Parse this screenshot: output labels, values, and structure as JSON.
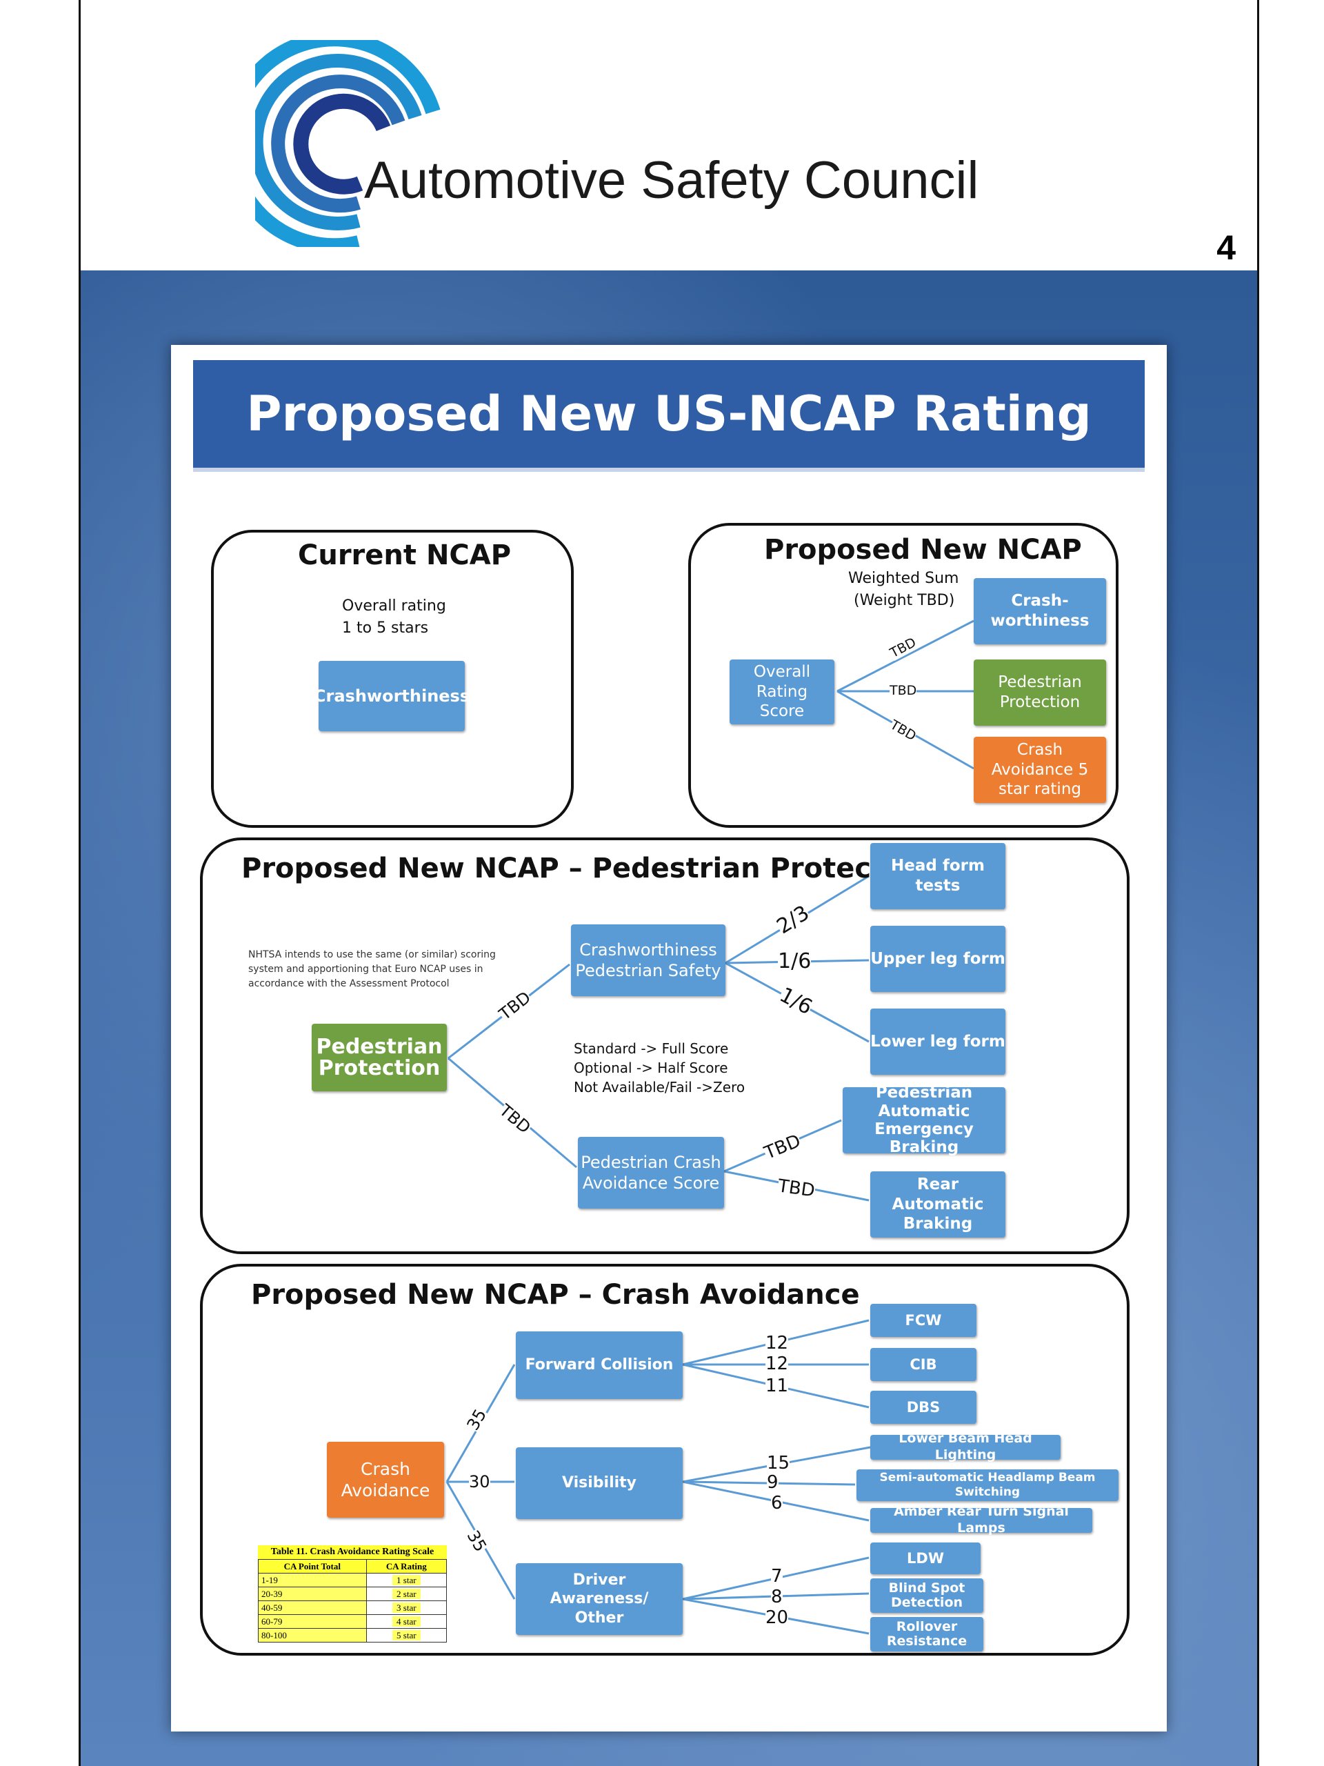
{
  "header": {
    "org_name": "Automotive Safety Council",
    "page_number": "4",
    "logo_icon": "concentric-arc-c-logo-icon",
    "logo_colors": [
      "#1b9cd8",
      "#2d6fb6",
      "#1f3a8a"
    ]
  },
  "title": "Proposed New US-NCAP Rating",
  "current_ncap": {
    "title": "Current NCAP",
    "desc_line1": "Overall rating",
    "desc_line2": "1 to 5 stars",
    "box": "Crashworthiness"
  },
  "proposed_ncap": {
    "title": "Proposed New NCAP",
    "weight_line1": "Weighted Sum",
    "weight_line2": "(Weight TBD)",
    "root": "Overall Rating Score",
    "children": [
      {
        "label": "Crash-worthiness",
        "weight": "TBD"
      },
      {
        "label": "Pedestrian Protection",
        "weight": "TBD"
      },
      {
        "label": "Crash Avoidance 5 star rating",
        "weight": "TBD"
      }
    ]
  },
  "pedestrian": {
    "title": "Proposed New NCAP – Pedestrian Protection",
    "note": "NHTSA intends to use the same (or similar) scoring system and apportioning that Euro NCAP uses in accordance with the Assessment Protocol",
    "root": "Pedestrian Protection",
    "scoring_line1": "Standard -> Full Score",
    "scoring_line2": "Optional -> Half Score",
    "scoring_line3": "Not Available/Fail ->Zero",
    "branch_crashworthiness": {
      "label": "Crashworthiness Pedestrian Safety",
      "weight": "TBD",
      "children": [
        {
          "label": "Head form tests",
          "weight": "2/3"
        },
        {
          "label": "Upper leg form",
          "weight": "1/6"
        },
        {
          "label": "Lower leg form",
          "weight": "1/6"
        }
      ]
    },
    "branch_avoidance": {
      "label": "Pedestrian Crash Avoidance Score",
      "weight": "TBD",
      "children": [
        {
          "label": "Pedestrian Automatic Emergency Braking",
          "weight": "TBD"
        },
        {
          "label": "Rear Automatic Braking",
          "weight": "TBD"
        }
      ]
    }
  },
  "crash_avoidance": {
    "title": "Proposed New NCAP – Crash Avoidance",
    "root": "Crash Avoidance",
    "groups": [
      {
        "label": "Forward Collision",
        "weight": "35",
        "children": [
          {
            "label": "FCW",
            "weight": "12"
          },
          {
            "label": "CIB",
            "weight": "12"
          },
          {
            "label": "DBS",
            "weight": "11"
          }
        ]
      },
      {
        "label": "Visibility",
        "weight": "30",
        "children": [
          {
            "label": "Lower Beam Head Lighting",
            "weight": "15"
          },
          {
            "label": "Semi-automatic Headlamp Beam Switching",
            "weight": "9"
          },
          {
            "label": "Amber Rear Turn Signal Lamps",
            "weight": "6"
          }
        ]
      },
      {
        "label": "Driver Awareness/ Other",
        "weight": "35",
        "children": [
          {
            "label": "LDW",
            "weight": "7"
          },
          {
            "label": "Blind Spot Detection",
            "weight": "8"
          },
          {
            "label": "Rollover Resistance",
            "weight": "20"
          }
        ]
      }
    ],
    "table": {
      "caption": "Table 11. Crash Avoidance Rating Scale",
      "headers": [
        "CA Point Total",
        "CA Rating"
      ],
      "rows": [
        [
          "1-19",
          "1 star"
        ],
        [
          "20-39",
          "2 star"
        ],
        [
          "40-59",
          "3 star"
        ],
        [
          "60-79",
          "4 star"
        ],
        [
          "80-100",
          "5 star"
        ]
      ]
    }
  }
}
